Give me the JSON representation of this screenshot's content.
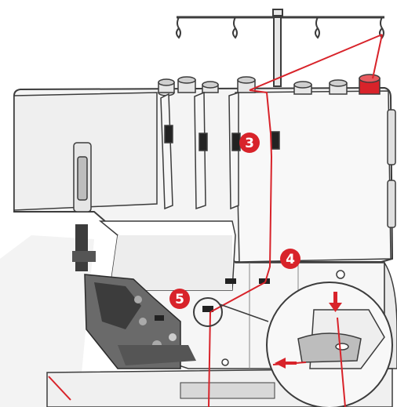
{
  "diagram": {
    "type": "serger threading illustration",
    "callouts": [
      {
        "id": "step-3",
        "label": "3"
      },
      {
        "id": "step-4",
        "label": "4"
      },
      {
        "id": "step-5",
        "label": "5"
      }
    ],
    "colors": {
      "thread": "#d8232a",
      "callout": "#d8232a",
      "callout_text": "#ffffff",
      "machine_body": "#f2f2f2",
      "machine_outline": "#3c3c3c",
      "shadow": "#d9d9d9",
      "mechanism": "#4a4a4a"
    },
    "icons": [
      "thread-stand-icon",
      "tension-dial-icon",
      "thread-guide-icon",
      "zoom-inset-icon",
      "arrow-down-icon",
      "arrow-left-icon"
    ]
  }
}
